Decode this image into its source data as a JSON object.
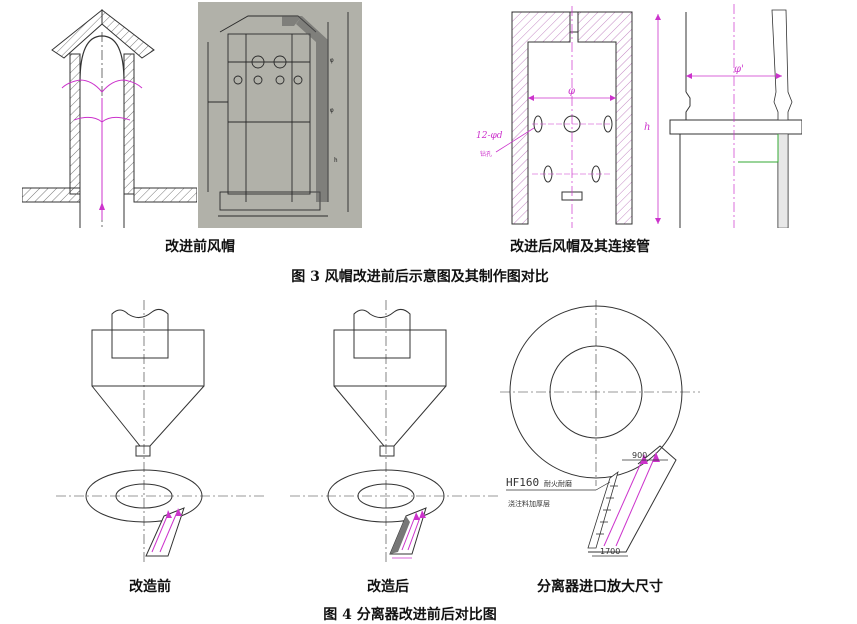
{
  "fig3": {
    "label_before": "改进前风帽",
    "label_after": "改进后风帽及其连接管",
    "caption": "图 3    风帽改进前后示意图及其制作图对比"
  },
  "fig4": {
    "label_before": "改造前",
    "label_after": "改造后",
    "label_detail": "分离器进口放大尺寸",
    "caption": "图 4    分离器改进前后对比图",
    "annotation_line1": "HF160",
    "annotation_line1_suffix": "耐火耐磨",
    "annotation_line2": "浇注料加厚层",
    "dim_top": "900",
    "dim_bottom": "1700"
  },
  "drawing_labels": {
    "phi": "φ",
    "phi_prime": "φ'",
    "holes": "12-φd",
    "holes_sub": "钻孔",
    "height": "h"
  },
  "colors": {
    "line": "#333333",
    "hatch": "#555555",
    "magenta": "#cc33cc",
    "green": "#33aa33",
    "photo_bg": "#b8b8b0"
  }
}
